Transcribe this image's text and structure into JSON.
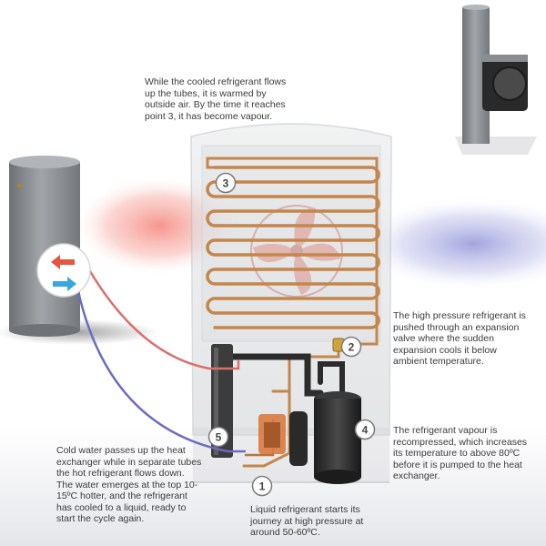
{
  "callouts": {
    "step3": "While the cooled refrigerant flows up the tubes, it is warmed by outside air. By the time it reaches point 3, it has become vapour.",
    "step2": "The high pressure refrigerant is pushed through an expansion valve where the sudden expansion cools it below ambient temperature.",
    "step4": "The refrigerant vapour is recompressed, which increases its temperature to above 80ºC before it is pumped to the heat exchanger.",
    "step5": "Cold water passes up the heat exchanger while in separate tubes the hot refrigerant flows down. The water emerges at the top 10-15ºC hotter, and the refrigerant has cooled to a liquid, ready to start the cycle again.",
    "step1": "Liquid refrigerant starts its journey at high pressure at around 50-60ºC."
  },
  "markers": [
    "1",
    "2",
    "3",
    "4",
    "5"
  ],
  "colors": {
    "warm_air": "#f08a7e",
    "cool_air": "#8e93d8",
    "hot_pipe": "#d9706c",
    "cold_pipe": "#6a6cc4",
    "copper": "#c4864a",
    "tank": "#8c8f93"
  }
}
